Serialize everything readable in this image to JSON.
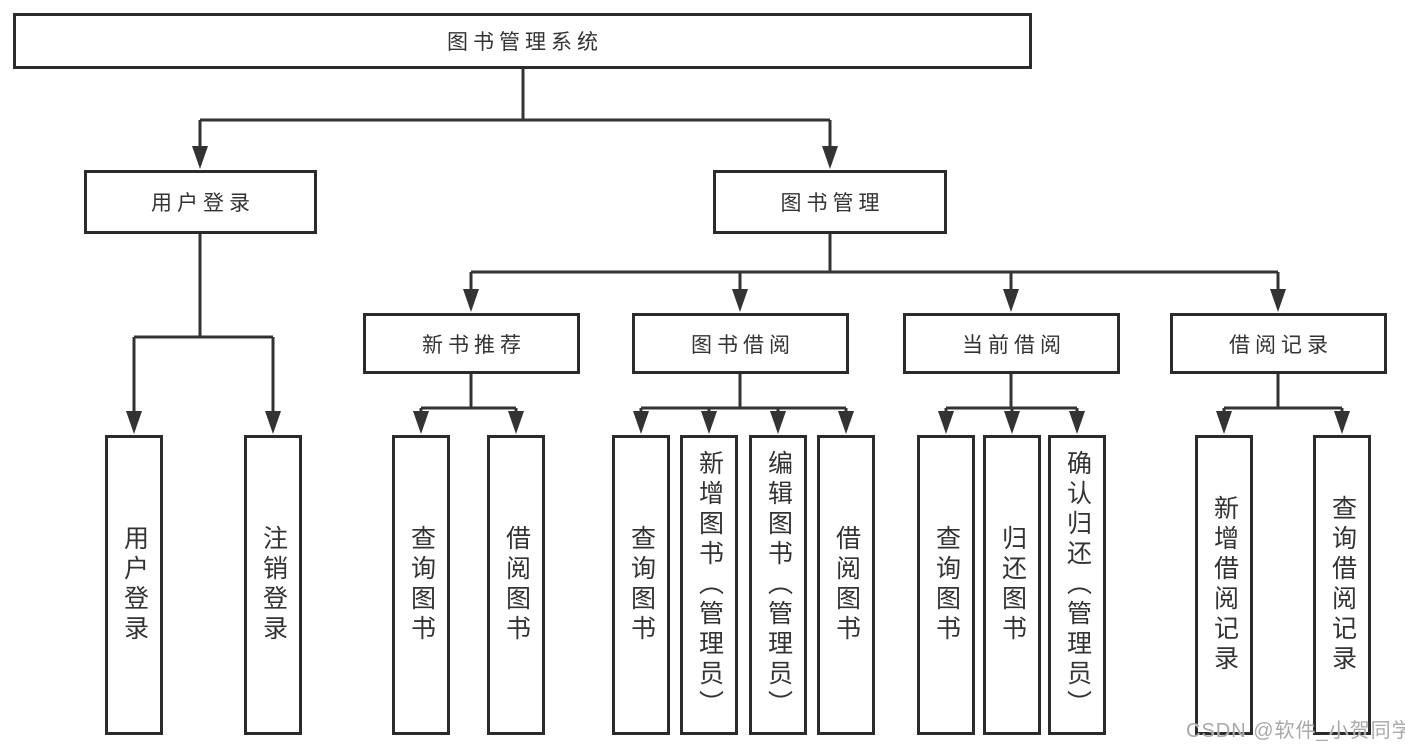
{
  "tree": {
    "label": "图书管理系统",
    "children": [
      {
        "label": "用户登录",
        "children": [
          {
            "label": "用户登录"
          },
          {
            "label": "注销登录"
          }
        ]
      },
      {
        "label": "图书管理",
        "children": [
          {
            "label": "新书推荐",
            "children": [
              {
                "label": "查询图书"
              },
              {
                "label": "借阅图书"
              }
            ]
          },
          {
            "label": "图书借阅",
            "children": [
              {
                "label": "查询图书"
              },
              {
                "label": "新增图书（管理员）"
              },
              {
                "label": "编辑图书（管理员）"
              },
              {
                "label": "借阅图书"
              }
            ]
          },
          {
            "label": "当前借阅",
            "children": [
              {
                "label": "查询图书"
              },
              {
                "label": "归还图书"
              },
              {
                "label": "确认归还（管理员）"
              }
            ]
          },
          {
            "label": "借阅记录",
            "children": [
              {
                "label": "新增借阅记录"
              },
              {
                "label": "查询借阅记录"
              }
            ]
          }
        ]
      }
    ]
  },
  "watermark": {
    "text": "CSDN @软件_小贺同学"
  },
  "colors": {
    "background": "#ffffff",
    "box_border": "#2b2b2b",
    "connector_line": "#333333",
    "text": "#333333",
    "watermark_text": "#a9a9a9"
  }
}
